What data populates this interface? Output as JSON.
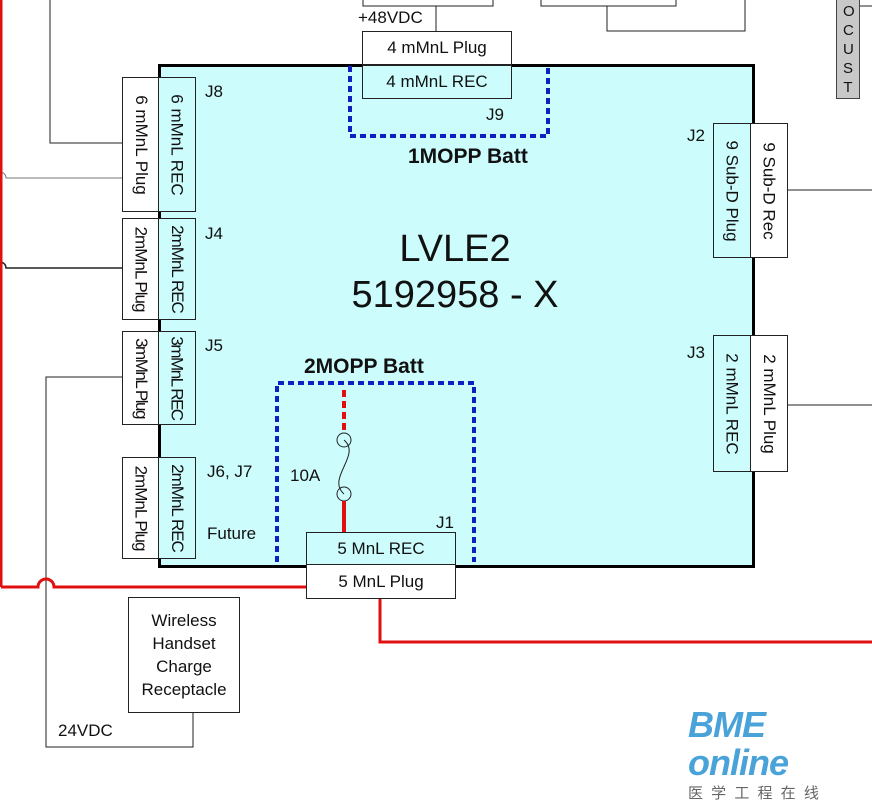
{
  "board": {
    "title": "LVLE2",
    "part_number": "5192958 - X"
  },
  "zones": {
    "mopp1": "1MOPP Batt",
    "mopp2": "2MOPP Batt"
  },
  "top": {
    "voltage": "+48VDC",
    "side_label": "OCUST"
  },
  "connectors": {
    "j9": {
      "id": "J9",
      "plug": "4 mMnL Plug",
      "rec": "4 mMnL REC"
    },
    "j8": {
      "id": "J8",
      "plug": "6 mMnL Plug",
      "rec": "6 mMnL REC"
    },
    "j4": {
      "id": "J4",
      "plug": "2mMnL Plug",
      "rec": "2mMnL REC"
    },
    "j5": {
      "id": "J5",
      "plug": "3mMnL Plug",
      "rec": "3mMnL REC"
    },
    "j6j7": {
      "id": "J6, J7",
      "plug": "2mMnL Plug",
      "rec": "2mMnL REC",
      "note": "Future"
    },
    "j2": {
      "id": "J2",
      "plug": "9 Sub-D Plug",
      "rec": "9 Sub-D Rec"
    },
    "j3": {
      "id": "J3",
      "plug": "2 mMnL Plug",
      "rec": "2 mMnL REC"
    },
    "j1": {
      "id": "J1",
      "plug": "5 MnL Plug",
      "rec": "5 MnL REC"
    }
  },
  "fuse": {
    "rating": "10A"
  },
  "wireless": {
    "label": "Wireless Handset Charge Receptacle",
    "voltage": "24VDC"
  },
  "watermark": {
    "brand": "BME online",
    "subtitle": "医 学 工 程 在 线"
  },
  "colors": {
    "board": "#ccfcfc",
    "power": "#e01010",
    "mopp": "#1020c0"
  }
}
